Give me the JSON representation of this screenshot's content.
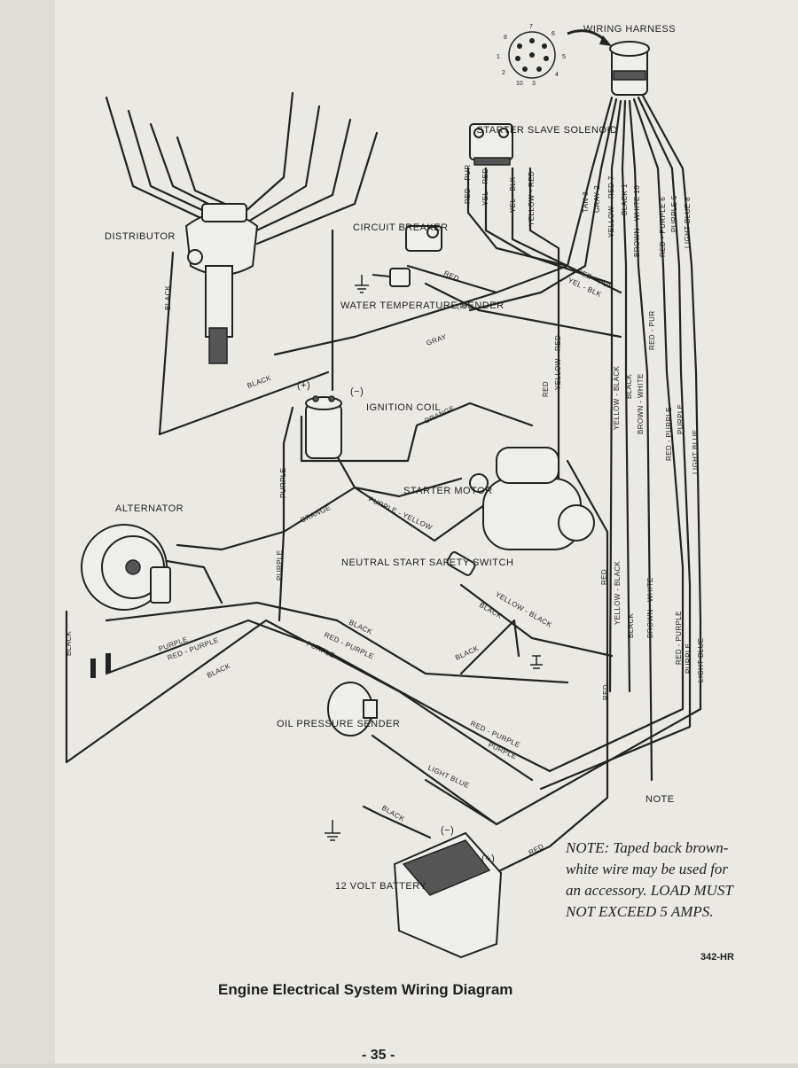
{
  "title": "Engine Electrical System Wiring Diagram",
  "page_number": "- 35 -",
  "figure_code": "342-HR",
  "components": {
    "wiring_harness": "WIRING HARNESS",
    "starter_slave_solenoid": "STARTER SLAVE SOLENOID",
    "distributor": "DISTRIBUTOR",
    "circuit_breaker": "CIRCUIT BREAKER",
    "water_temperature_sender": "WATER TEMPERATURE SENDER",
    "ignition_coil": "IGNITION COIL",
    "coil_plus": "(+)",
    "coil_minus": "(−)",
    "alternator": "ALTERNATOR",
    "starter_motor": "STARTER MOTOR",
    "neutral_start_safety_switch": "NEUTRAL START SAFETY SWITCH",
    "oil_pressure_sender": "OIL PRESSURE SENDER",
    "battery": "12 VOLT BATTERY",
    "battery_minus": "(−)",
    "battery_plus": "(+)",
    "note_marker": "NOTE"
  },
  "harness_pins": [
    "7",
    "8",
    "6",
    "1",
    "5",
    "2",
    "4",
    "10",
    "3"
  ],
  "harness_wires": [
    "TAN 3",
    "GRAY 2",
    "YELLOW - RED 7",
    "BLACK 1",
    "BROWN - WHITE 10",
    "RED - PURPLE 6",
    "PURPLE 5",
    "LIGHT BLUE 8"
  ],
  "solenoid_wires": [
    "RED - PUR",
    "YEL - RED",
    "YEL - BLK",
    "YELLOW - RED"
  ],
  "wire_labels": {
    "black": "BLACK",
    "red": "RED",
    "tan": "TAN",
    "gray": "GRAY",
    "orange": "ORANGE",
    "purple": "PURPLE",
    "red_purple": "RED - PURPLE",
    "yellow_red": "YELLOW - RED",
    "yellow_black": "YELLOW - BLACK",
    "brown_white": "BROWN - WHITE",
    "light_blue": "LIGHT BLUE",
    "red_pur": "RED - PUR",
    "yel_blk": "YEL - BLK",
    "purple_yellow": "PURPLE - YELLOW"
  },
  "note_text": {
    "line1": "NOTE: Taped back brown-",
    "line2": "white wire may be used for",
    "line3": "an accessory. LOAD MUST",
    "line4": "NOT EXCEED 5 AMPS."
  }
}
